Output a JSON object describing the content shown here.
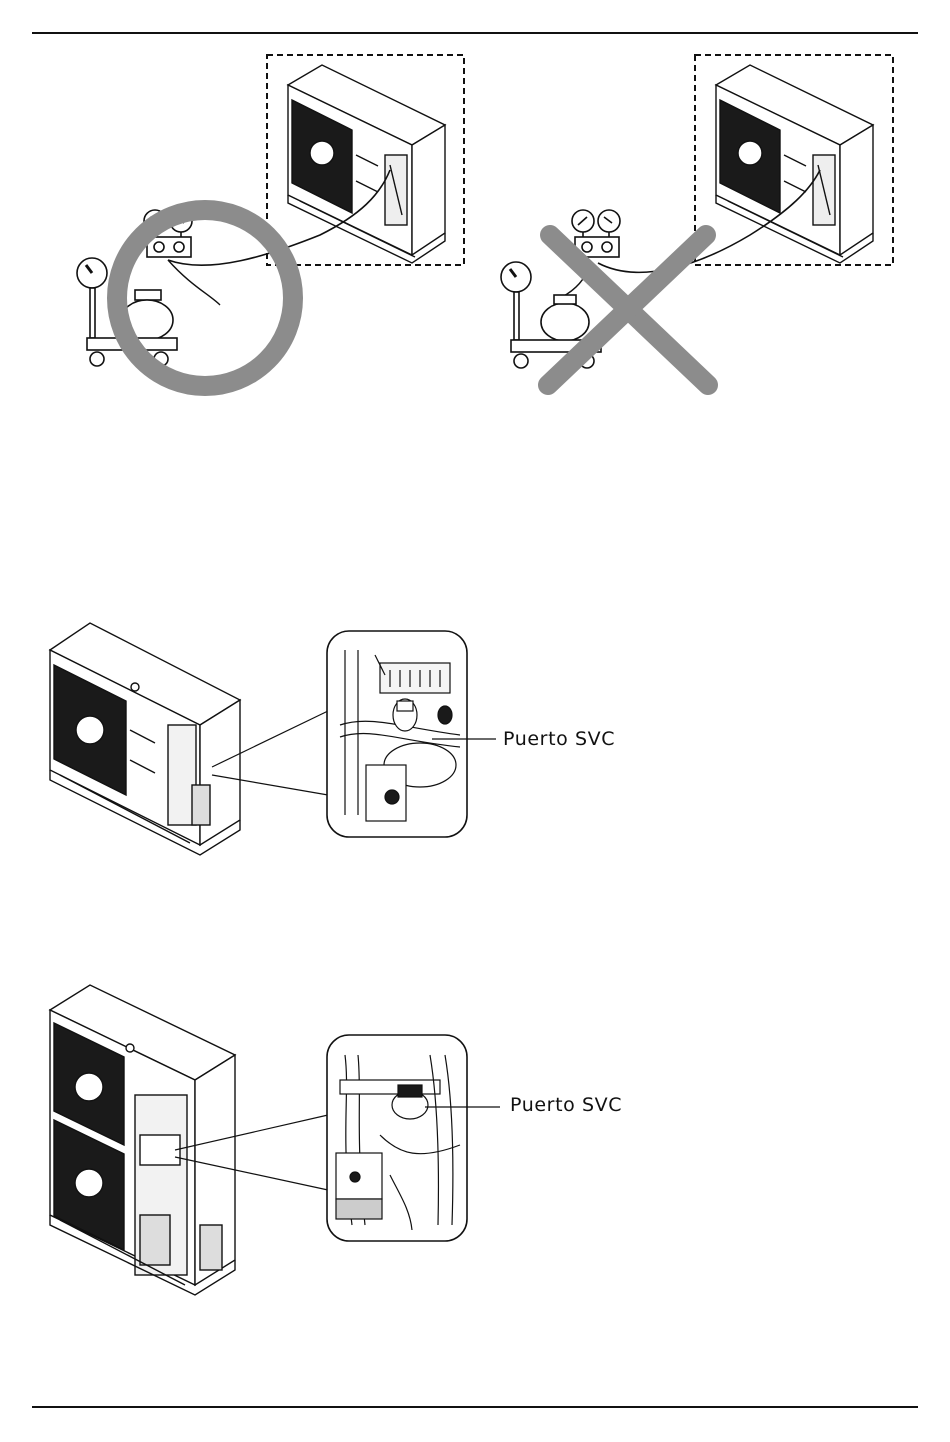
{
  "figures": {
    "correct": {
      "verdict": "correct",
      "mark": "circle-mark"
    },
    "incorrect": {
      "verdict": "incorrect",
      "mark": "cross-mark"
    },
    "small_unit": {
      "callout_label": "Puerto SVC"
    },
    "large_unit": {
      "callout_label": "Puerto SVC"
    }
  },
  "colors": {
    "line": "#111111",
    "mark": "#8c8c8c",
    "grille": "#1a1a1a"
  }
}
